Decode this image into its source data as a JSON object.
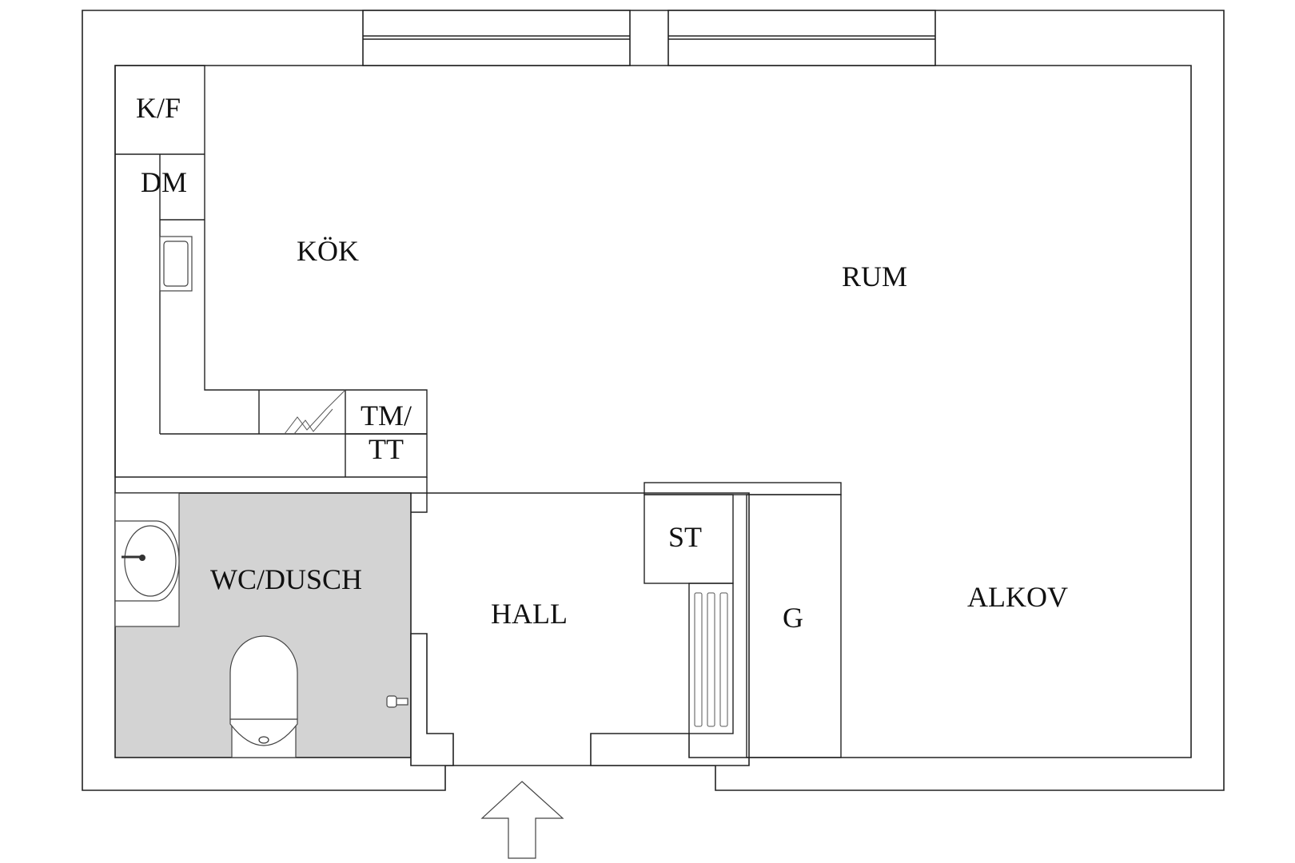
{
  "plan": {
    "colors": {
      "line": "#222222",
      "wet_room_fill": "#d3d3d3",
      "background": "#ffffff"
    },
    "rooms": {
      "kitchen": "KÖK",
      "room": "RUM",
      "bathroom": "WC/DUSCH",
      "hall": "HALL",
      "alcove": "ALKOV"
    },
    "fixtures": {
      "fridge_freezer": "K/F",
      "dishwasher": "DM",
      "washer_dryer_line1": "TM/",
      "washer_dryer_line2": "TT",
      "storage": "ST",
      "wardrobe": "G"
    },
    "icons": [
      "entrance-arrow-icon",
      "toilet-icon",
      "washbasin-icon",
      "sink-icon",
      "shower-icon",
      "radiator-icon"
    ]
  }
}
